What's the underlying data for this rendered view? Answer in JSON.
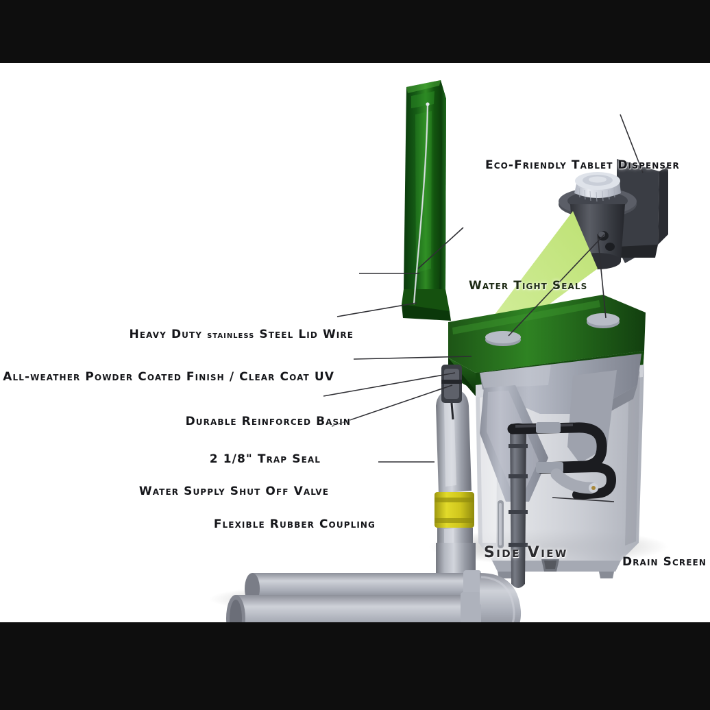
{
  "image": {
    "kind": "product-cutaway-diagram",
    "caption": "Side View",
    "letterbox_color": "#0e0e0e",
    "background_color": "#ffffff"
  },
  "callouts": {
    "tablet_dispenser": "Eco-Friendly Tablet Dispenser",
    "water_tight_seals": "Water Tight Seals",
    "lid_wire_a": "Heavy Duty",
    "lid_wire_b": "stainless",
    "lid_wire_c": "Steel Lid Wire",
    "powder_coat": "All-weather Powder Coated Finish / Clear Coat UV",
    "basin": "Durable Reinforced Basin",
    "trap_seal": "2 1/8\" Trap Seal",
    "shut_off_valve": "Water Supply Shut Off Valve",
    "rubber_coupling": "Flexible Rubber Coupling",
    "drain_screen": "Drain Screen",
    "side_view": "Side View"
  },
  "colors": {
    "lid_green_dark": "#0f4410",
    "lid_green_mid": "#1d6b1b",
    "lid_green_light": "#3f9a2c",
    "rim_green": "#23621c",
    "beam_green": "#c7e98a",
    "basin_gray": "#b9bcc6",
    "pipe_gray": "#9b9ea8",
    "coupling_yellow": "#d6cc22",
    "dispenser_dark": "#4a4c52",
    "cap_translucent": "#cfd3dc",
    "label_text": "#15161a",
    "leader_line": "#2e2e33"
  }
}
